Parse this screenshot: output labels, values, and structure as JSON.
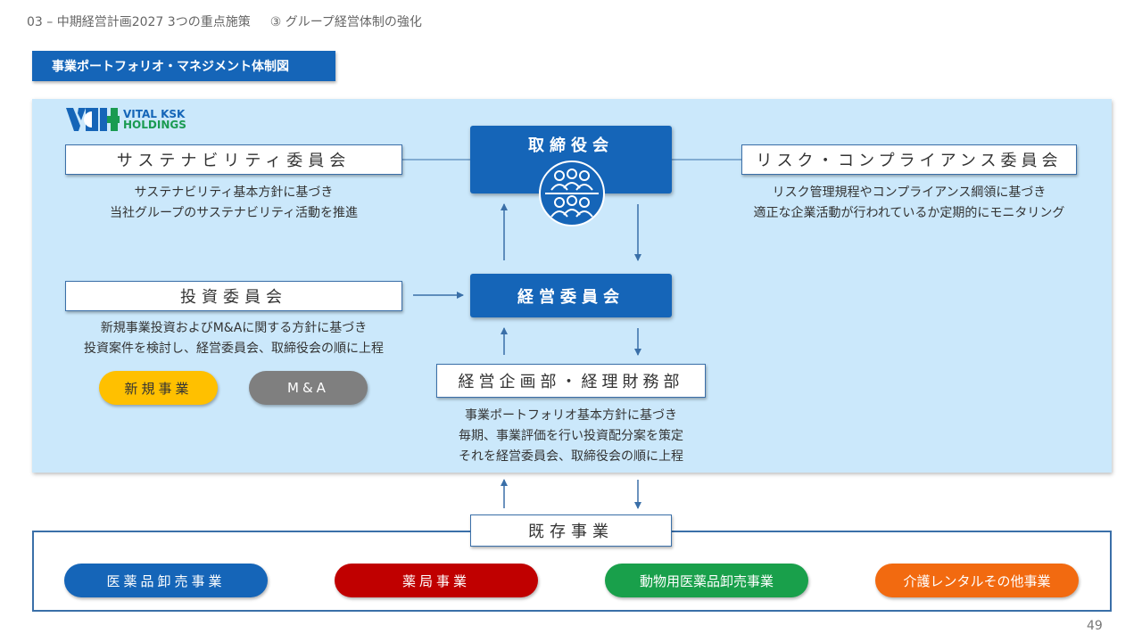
{
  "breadcrumb": {
    "left": "03 – 中期経営計画2027 3つの重点施策",
    "right": "③ グループ経営体制の強化"
  },
  "section_title": "事業ポートフォリオ・マネジメント体制図",
  "logo": {
    "line1": "VITAL KSK",
    "line2": "HOLDINGS"
  },
  "board": {
    "label": "取締役会",
    "icon": "people-meeting-icon"
  },
  "sustainability": {
    "label": "サステナビリティ委員会",
    "desc1": "サステナビリティ基本方針に基づき",
    "desc2": "当社グループのサステナビリティ活動を推進"
  },
  "risk": {
    "label": "リスク・コンプライアンス委員会",
    "desc1": "リスク管理規程やコンプライアンス綱領に基づき",
    "desc2": "適正な企業活動が行われているか定期的にモニタリング"
  },
  "investment": {
    "label": "投資委員会",
    "desc1": "新規事業投資およびM&Aに関する方針に基づき",
    "desc2": "投資案件を検討し、経営委員会、取締役会の順に上程"
  },
  "management": {
    "label": "経営委員会"
  },
  "planning": {
    "label": "経営企画部・経理財務部",
    "desc1": "事業ポートフォリオ基本方針に基づき",
    "desc2": "毎期、事業評価を行い投資配分案を策定",
    "desc3": "それを経営委員会、取締役会の順に上程"
  },
  "tags": {
    "new_business": "新規事業",
    "ma": "M&A"
  },
  "existing": {
    "label": "既存事業",
    "businesses": [
      {
        "label": "医薬品卸売事業",
        "color": "#1565b8"
      },
      {
        "label": "薬局事業",
        "color": "#c00000"
      },
      {
        "label": "動物用医薬品卸売事業",
        "color": "#19a04b"
      },
      {
        "label": "介護レンタルその他事業",
        "color": "#f26a10"
      }
    ]
  },
  "colors": {
    "primary": "#1565b8",
    "panel": "#cbe8fb",
    "yellow": "#ffc000",
    "gray": "#7f7f7f"
  },
  "page_number": "49"
}
